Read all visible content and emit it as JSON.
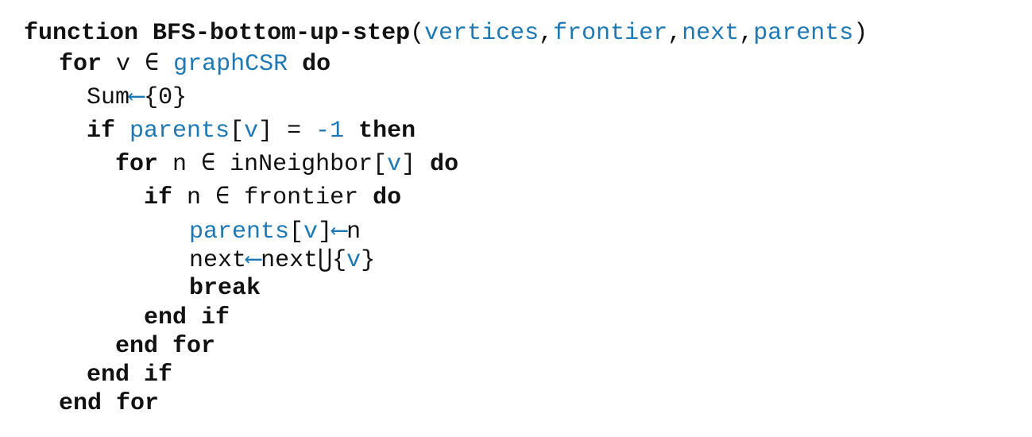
{
  "colors": {
    "text": "#111111",
    "highlight": "#1f78b4",
    "background": "#ffffff"
  },
  "lines": [
    {
      "indent": 0,
      "tokens": [
        {
          "t": "function",
          "c": "kw"
        },
        {
          "t": " ",
          "c": "plain"
        },
        {
          "t": "BFS-bottom-up-step",
          "c": "kw"
        },
        {
          "t": "(",
          "c": "plain"
        },
        {
          "t": "vertices",
          "c": "hl"
        },
        {
          "t": ",",
          "c": "plain"
        },
        {
          "t": "frontier",
          "c": "hl"
        },
        {
          "t": ",",
          "c": "plain"
        },
        {
          "t": "next",
          "c": "hl"
        },
        {
          "t": ",",
          "c": "plain"
        },
        {
          "t": "parents",
          "c": "hl"
        },
        {
          "t": ")",
          "c": "plain"
        }
      ]
    },
    {
      "indent": 1,
      "tokens": [
        {
          "t": "for",
          "c": "kw"
        },
        {
          "t": " v ",
          "c": "plain"
        },
        {
          "t": "∈",
          "c": "sym"
        },
        {
          "t": " ",
          "c": "plain"
        },
        {
          "t": "graphCSR",
          "c": "hl"
        },
        {
          "t": " ",
          "c": "plain"
        },
        {
          "t": "do",
          "c": "kw"
        }
      ]
    },
    {
      "indent": 2,
      "tokens": [
        {
          "t": "Sum",
          "c": "plain"
        },
        {
          "t": "⟵",
          "c": "arrow"
        },
        {
          "t": "{0}",
          "c": "plain"
        }
      ]
    },
    {
      "indent": 2,
      "tokens": [
        {
          "t": "if",
          "c": "kw"
        },
        {
          "t": " ",
          "c": "plain"
        },
        {
          "t": "parents",
          "c": "hl"
        },
        {
          "t": "[",
          "c": "plain"
        },
        {
          "t": "v",
          "c": "hl"
        },
        {
          "t": "] = ",
          "c": "plain"
        },
        {
          "t": "-1",
          "c": "hl"
        },
        {
          "t": " ",
          "c": "plain"
        },
        {
          "t": "then",
          "c": "kw"
        }
      ]
    },
    {
      "indent": 3,
      "tokens": [
        {
          "t": "for",
          "c": "kw"
        },
        {
          "t": " n ",
          "c": "plain"
        },
        {
          "t": "∈",
          "c": "sym"
        },
        {
          "t": " inNeighbor[",
          "c": "plain"
        },
        {
          "t": "v",
          "c": "hl"
        },
        {
          "t": "] ",
          "c": "plain"
        },
        {
          "t": "do",
          "c": "kw"
        }
      ]
    },
    {
      "indent": 4,
      "tokens": [
        {
          "t": "if",
          "c": "kw"
        },
        {
          "t": " n ",
          "c": "plain"
        },
        {
          "t": "∈",
          "c": "sym"
        },
        {
          "t": " frontier ",
          "c": "plain"
        },
        {
          "t": "do",
          "c": "kw"
        }
      ]
    },
    {
      "indent": 5,
      "tokens": [
        {
          "t": "parents",
          "c": "hl"
        },
        {
          "t": "[",
          "c": "plain"
        },
        {
          "t": "v",
          "c": "hl"
        },
        {
          "t": "]",
          "c": "plain"
        },
        {
          "t": "⟵",
          "c": "arrow"
        },
        {
          "t": "n",
          "c": "plain"
        }
      ]
    },
    {
      "indent": 5,
      "tokens": [
        {
          "t": "next",
          "c": "plain"
        },
        {
          "t": "⟵",
          "c": "arrow"
        },
        {
          "t": "next",
          "c": "plain"
        },
        {
          "t": "⋃",
          "c": "sym"
        },
        {
          "t": "{",
          "c": "plain"
        },
        {
          "t": "v",
          "c": "hl"
        },
        {
          "t": "}",
          "c": "plain"
        }
      ]
    },
    {
      "indent": 5,
      "tokens": [
        {
          "t": "break",
          "c": "kw"
        }
      ]
    },
    {
      "indent": 4,
      "tokens": [
        {
          "t": "end if",
          "c": "kw"
        }
      ]
    },
    {
      "indent": 3,
      "tokens": [
        {
          "t": "end for",
          "c": "kw"
        }
      ]
    },
    {
      "indent": 2,
      "tokens": [
        {
          "t": "end if",
          "c": "kw"
        }
      ]
    },
    {
      "indent": 1,
      "tokens": [
        {
          "t": "end for",
          "c": "kw"
        }
      ]
    }
  ]
}
